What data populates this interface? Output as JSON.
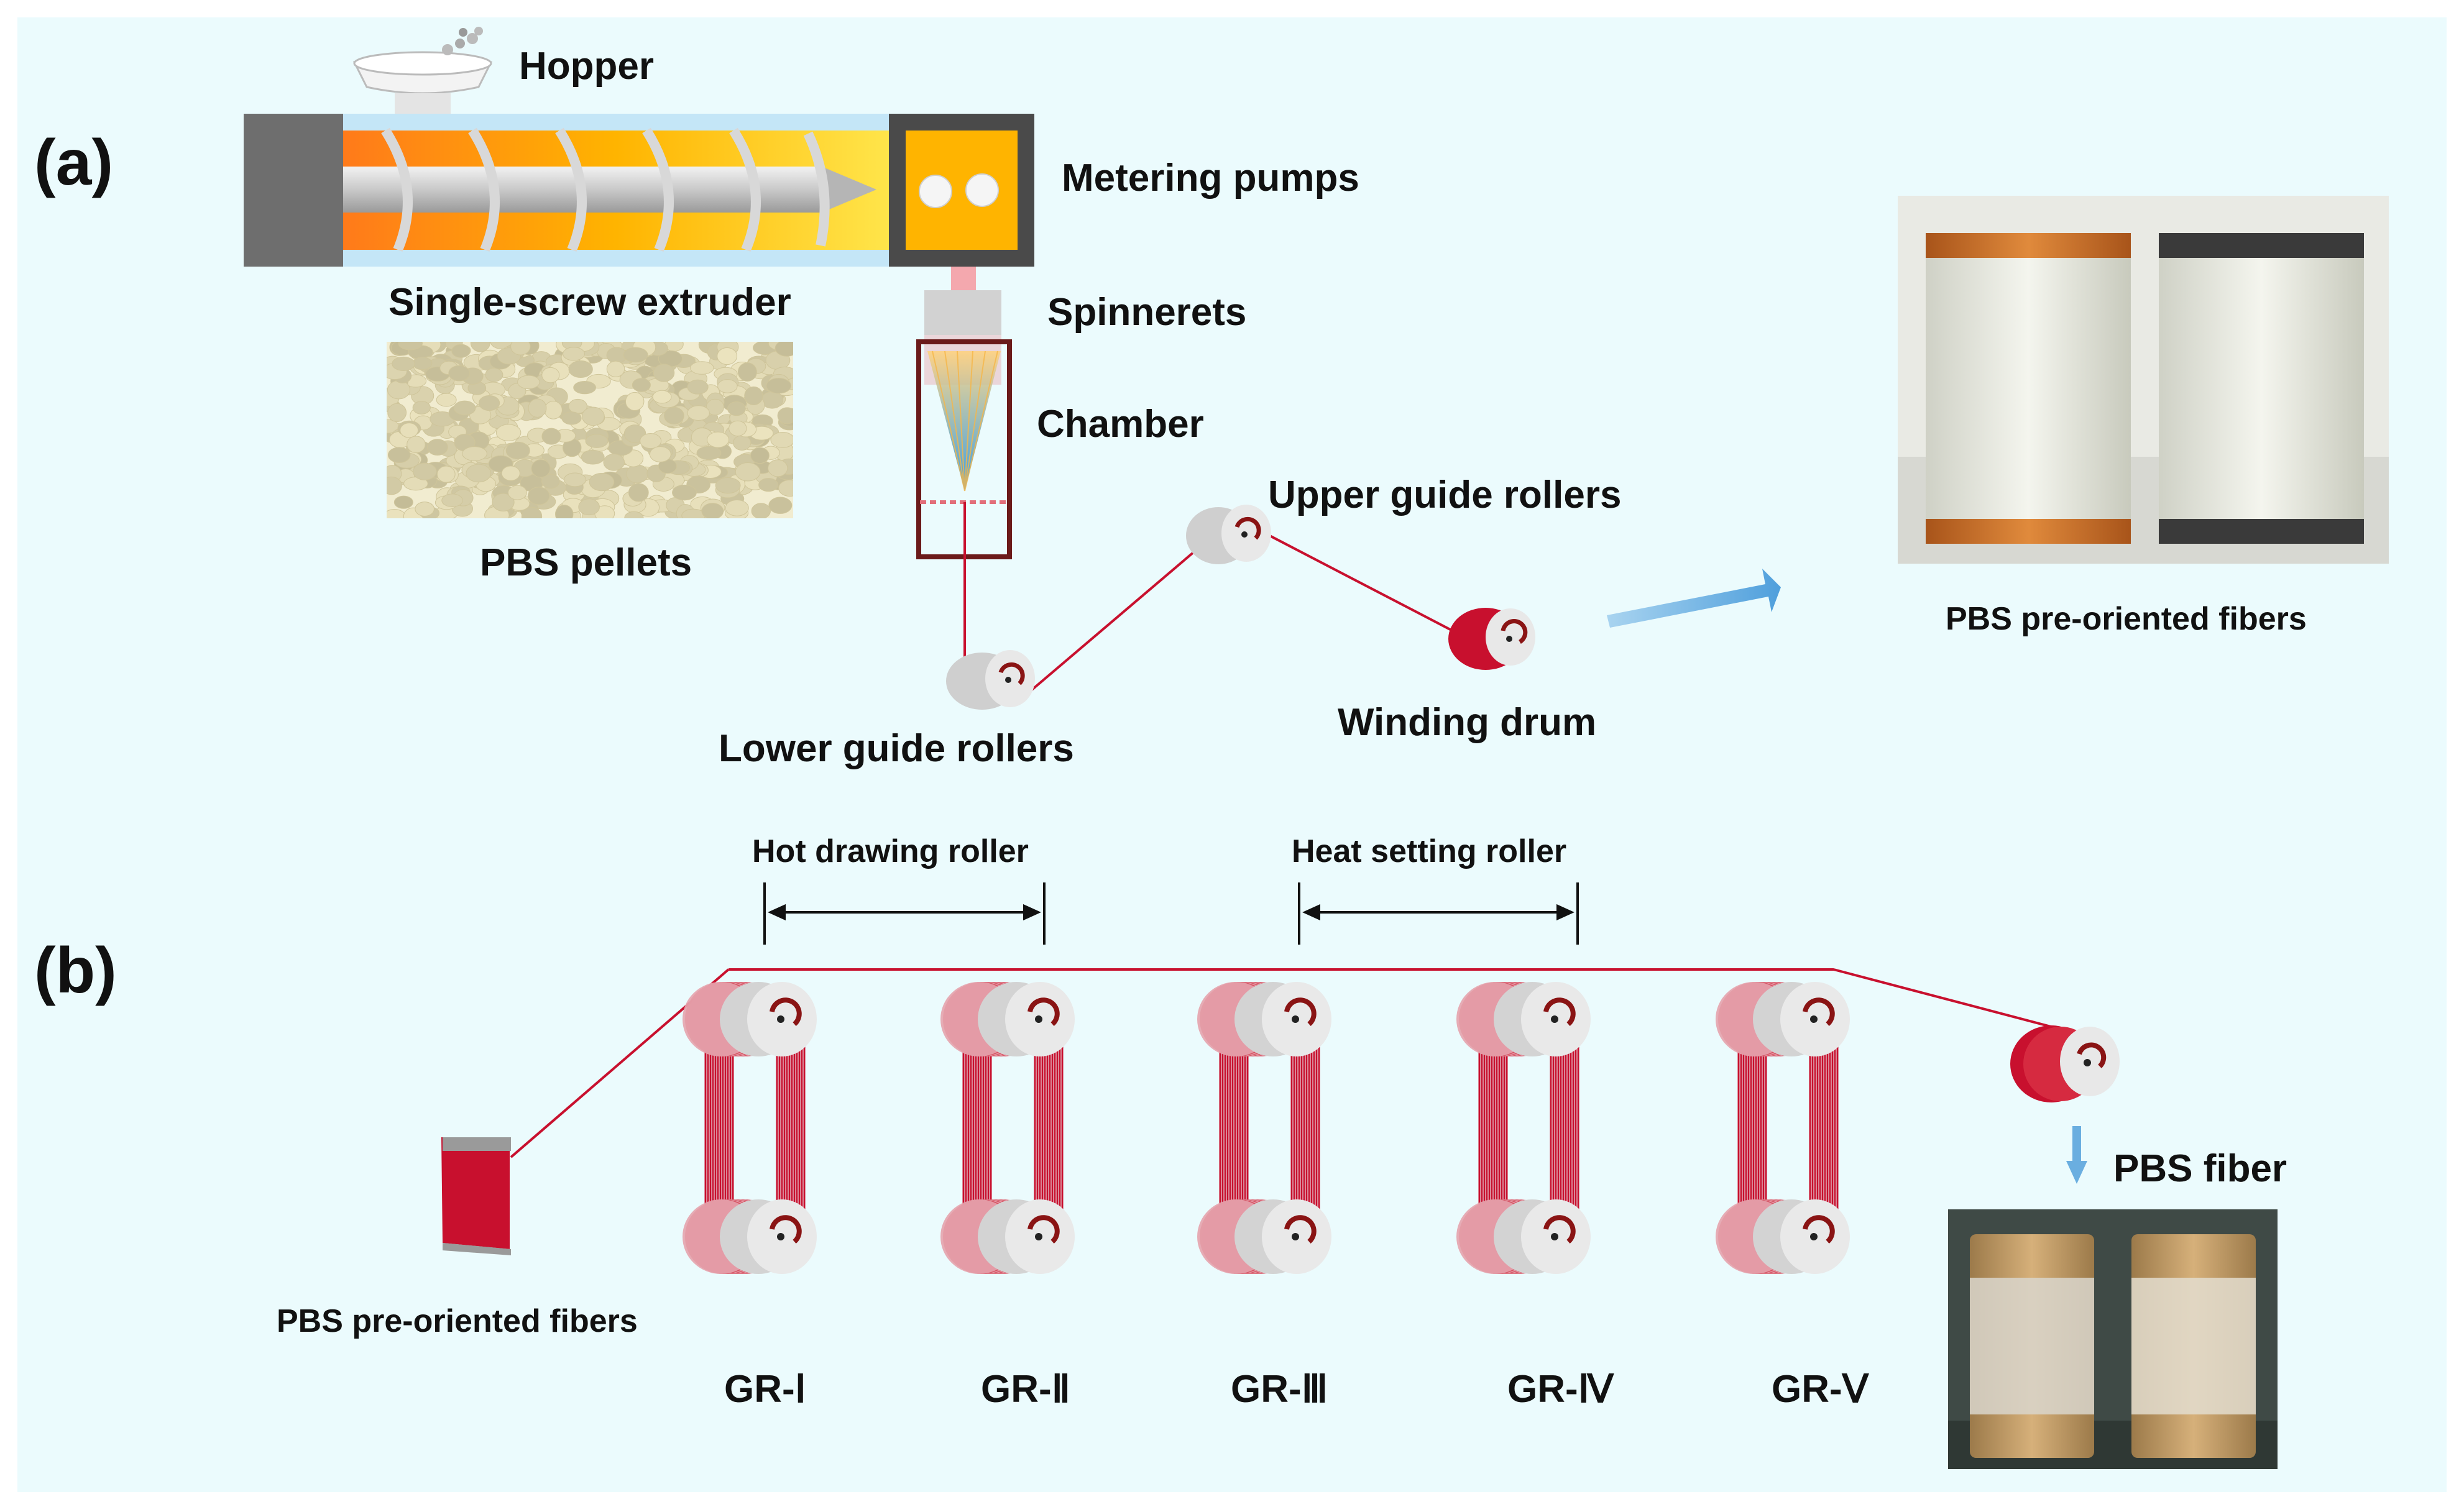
{
  "panel_a": {
    "letter": "(a)",
    "hopper": "Hopper",
    "metering_pumps": "Metering pumps",
    "extruder": "Single-screw extruder",
    "spinnerets": "Spinnerets",
    "chamber": "Chamber",
    "pellets": "PBS pellets",
    "upper_rollers": "Upper guide rollers",
    "winding_drum": "Winding drum",
    "lower_rollers": "Lower guide rollers",
    "preoriented": "PBS pre-oriented fibers"
  },
  "panel_b": {
    "letter": "(b)",
    "hot_drawing": "Hot drawing roller",
    "heat_setting": "Heat setting roller",
    "preoriented": "PBS pre-oriented fibers",
    "fiber": "PBS fiber",
    "rollers": [
      "GR-Ⅰ",
      "GR-Ⅱ",
      "GR-Ⅲ",
      "GR-Ⅳ",
      "GR-Ⅴ"
    ]
  },
  "colors": {
    "background": "#ebfbfd",
    "fiber_red": "#c8102e",
    "roller_gray": "#dcdcdc",
    "arrow_blue": "#6aaee0"
  }
}
